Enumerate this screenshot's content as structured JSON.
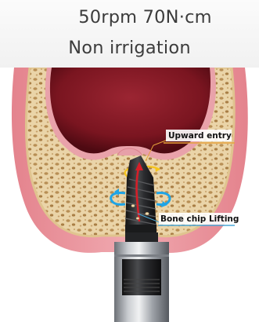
{
  "header": {
    "line1": "50rpm 70N·cm",
    "line2": "Non irrigation"
  },
  "callouts": {
    "upward": "Upward entry",
    "lifting": "Bone chip Lifting"
  },
  "colors": {
    "gum": "#e88a93",
    "gum_light": "#f4b9bf",
    "bone": "#e9d2a5",
    "bone_pore": "#b9945c",
    "sinus": "#8e1f2a",
    "sinus_dark": "#5a0d15",
    "drill": "#2a2a2c",
    "accent_blue": "#1ea4e6",
    "accent_yellow": "#f5c41a",
    "accent_red": "#d81e28"
  }
}
